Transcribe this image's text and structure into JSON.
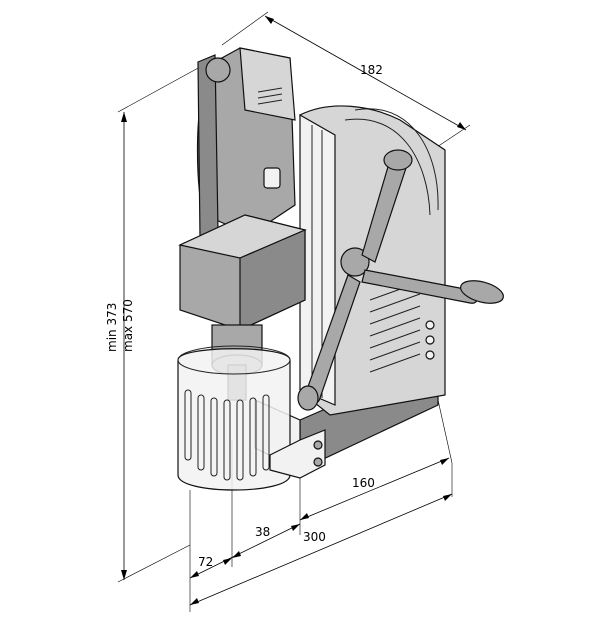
{
  "dimensions": {
    "depth": "182",
    "height_min": "min 373",
    "height_max": "max 570",
    "base_length": "160",
    "total_length": "300",
    "offset_a": "72",
    "offset_b": "38"
  },
  "colors": {
    "line": "#000000",
    "housing_dark": "#8a8a8a",
    "housing_light": "#d6d6d6",
    "background": "#ffffff"
  }
}
